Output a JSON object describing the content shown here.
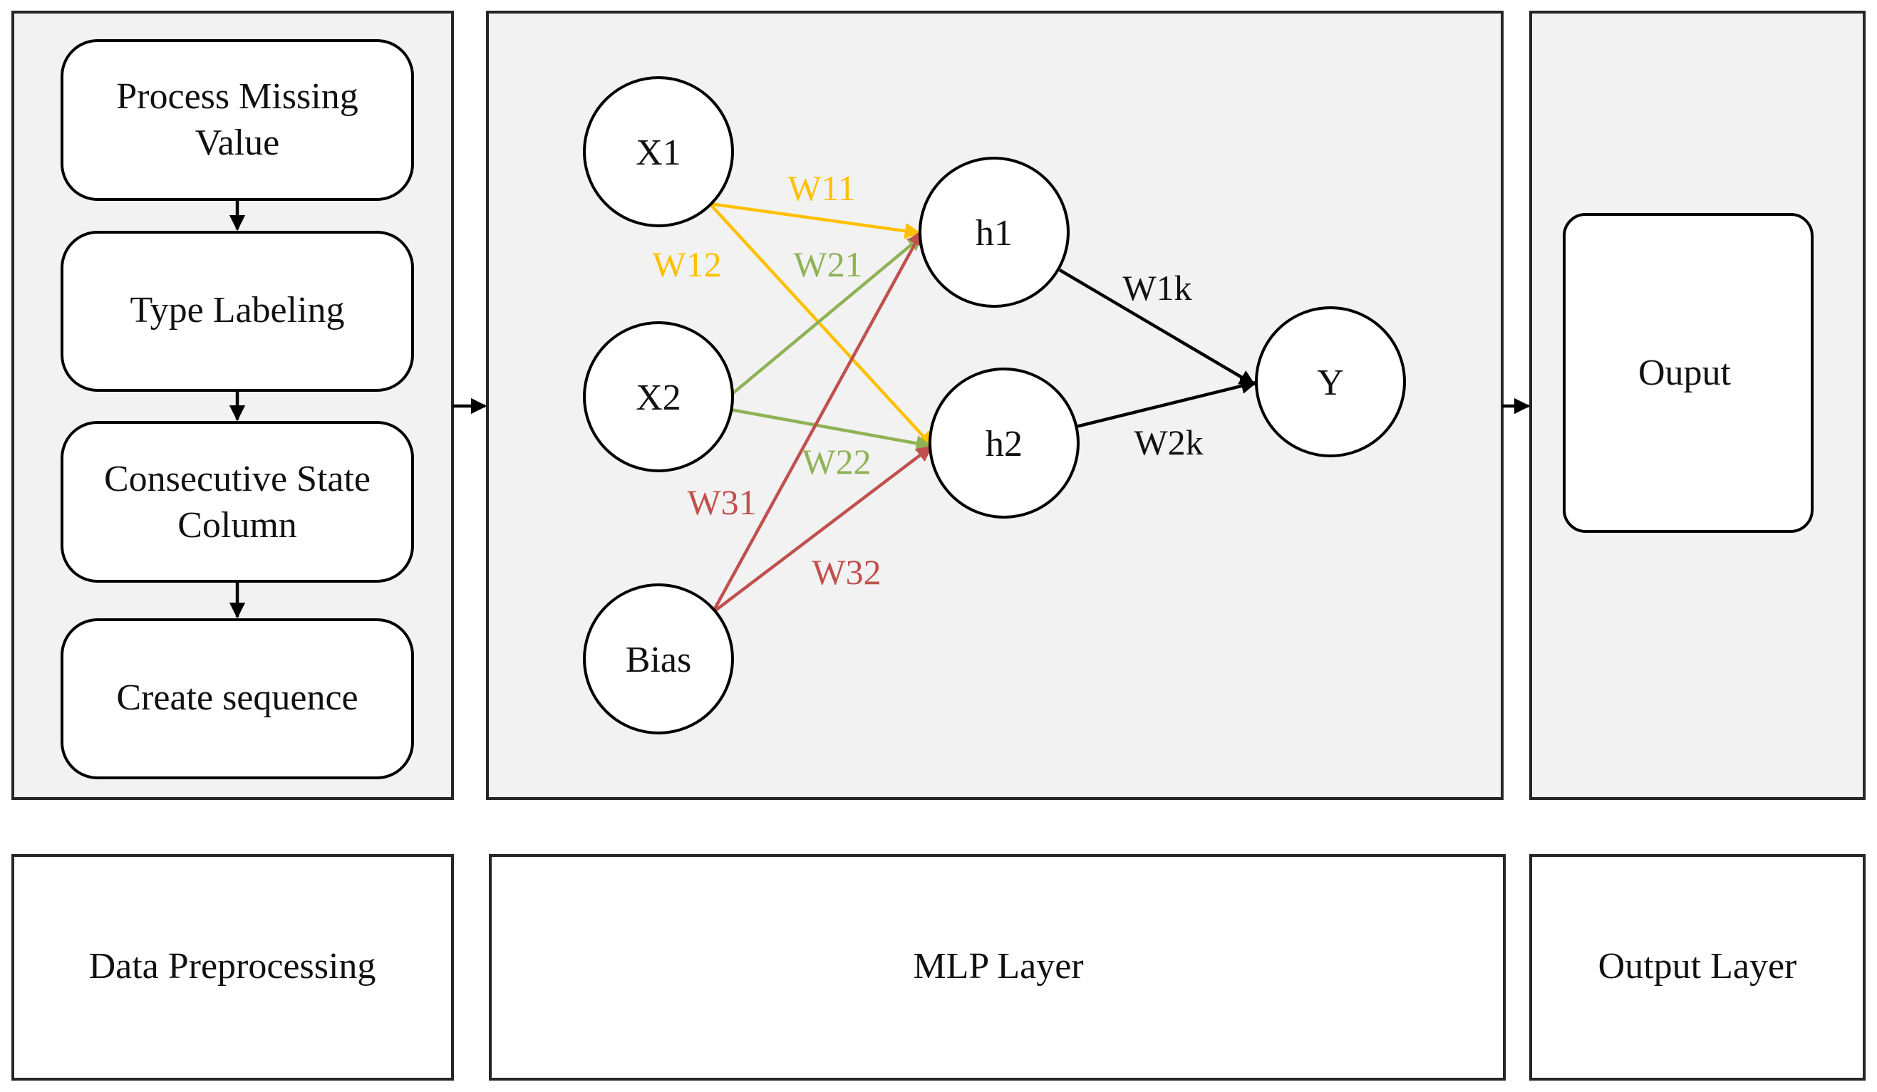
{
  "colors": {
    "yellow": "#ffc000",
    "green": "#8fb255",
    "red": "#c0504d",
    "black": "#000000",
    "panel_fill": "#f2f2f2"
  },
  "preprocessing": {
    "steps": [
      {
        "lines": [
          "Process Missing",
          "Value"
        ]
      },
      {
        "lines": [
          "Type Labeling"
        ]
      },
      {
        "lines": [
          "Consecutive State",
          "Column"
        ]
      },
      {
        "lines": [
          "Create sequence"
        ]
      }
    ]
  },
  "mlp": {
    "nodes": {
      "x1": "X1",
      "x2": "X2",
      "bias": "Bias",
      "h1": "h1",
      "h2": "h2",
      "y": "Y"
    },
    "weights": {
      "w11": "W11",
      "w12": "W12",
      "w21": "W21",
      "w22": "W22",
      "w31": "W31",
      "w32": "W32",
      "w1k": "W1k",
      "w2k": "W2k"
    }
  },
  "output": {
    "box_label": "Ouput"
  },
  "layer_labels": {
    "preprocessing": "Data Preprocessing",
    "mlp": "MLP Layer",
    "output": "Output Layer"
  }
}
